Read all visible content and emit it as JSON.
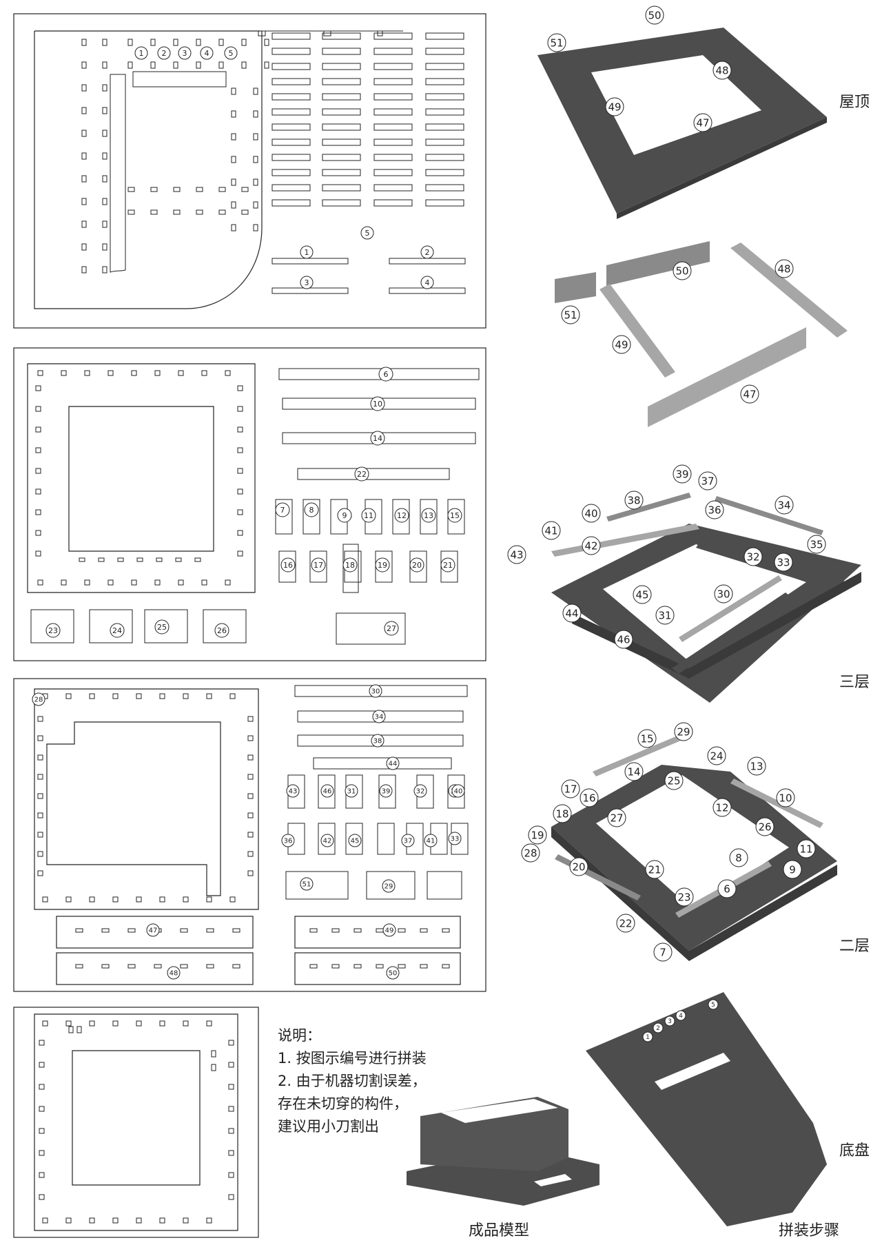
{
  "notes": {
    "heading": "说明：",
    "items": [
      "1. 按图示编号进行拼装",
      "2. 由于机器切割误差，",
      "存在未切穿的构件，",
      "建议用小刀割出"
    ]
  },
  "captions": {
    "roof": "屋顶",
    "third_floor": "三层",
    "second_floor": "二层",
    "base": "底盘",
    "finished_model": "成品模型",
    "assembly_steps": "拼装步骤"
  },
  "labels": {
    "panel1": [
      "1",
      "2",
      "3",
      "4",
      "5"
    ],
    "panel2": [
      "6",
      "7",
      "8",
      "9",
      "10",
      "11",
      "12",
      "13",
      "14",
      "15",
      "16",
      "17",
      "18",
      "19",
      "20",
      "21",
      "22",
      "23",
      "24",
      "25",
      "26",
      "27"
    ],
    "panel3": [
      "28",
      "29",
      "30",
      "31",
      "32",
      "33",
      "34",
      "35",
      "36",
      "37",
      "38",
      "39",
      "40",
      "41",
      "42",
      "43",
      "44",
      "45",
      "46",
      "47",
      "48",
      "49",
      "50",
      "51"
    ],
    "roof_assembly": [
      "47",
      "48",
      "49",
      "50",
      "51"
    ],
    "third_floor_assembly": [
      "30",
      "31",
      "32",
      "33",
      "34",
      "35",
      "36",
      "37",
      "38",
      "39",
      "40",
      "41",
      "42",
      "43",
      "44",
      "45",
      "46"
    ],
    "second_floor_assembly": [
      "6",
      "7",
      "8",
      "9",
      "10",
      "11",
      "12",
      "13",
      "14",
      "15",
      "16",
      "17",
      "18",
      "19",
      "20",
      "21",
      "22",
      "23",
      "24",
      "25",
      "26",
      "27",
      "28",
      "29"
    ]
  },
  "colors": {
    "dark_panel": "#4d4d4d",
    "mid_panel": "#8a8a8a",
    "light_panel": "#a6a6a6",
    "line": "#222222"
  }
}
